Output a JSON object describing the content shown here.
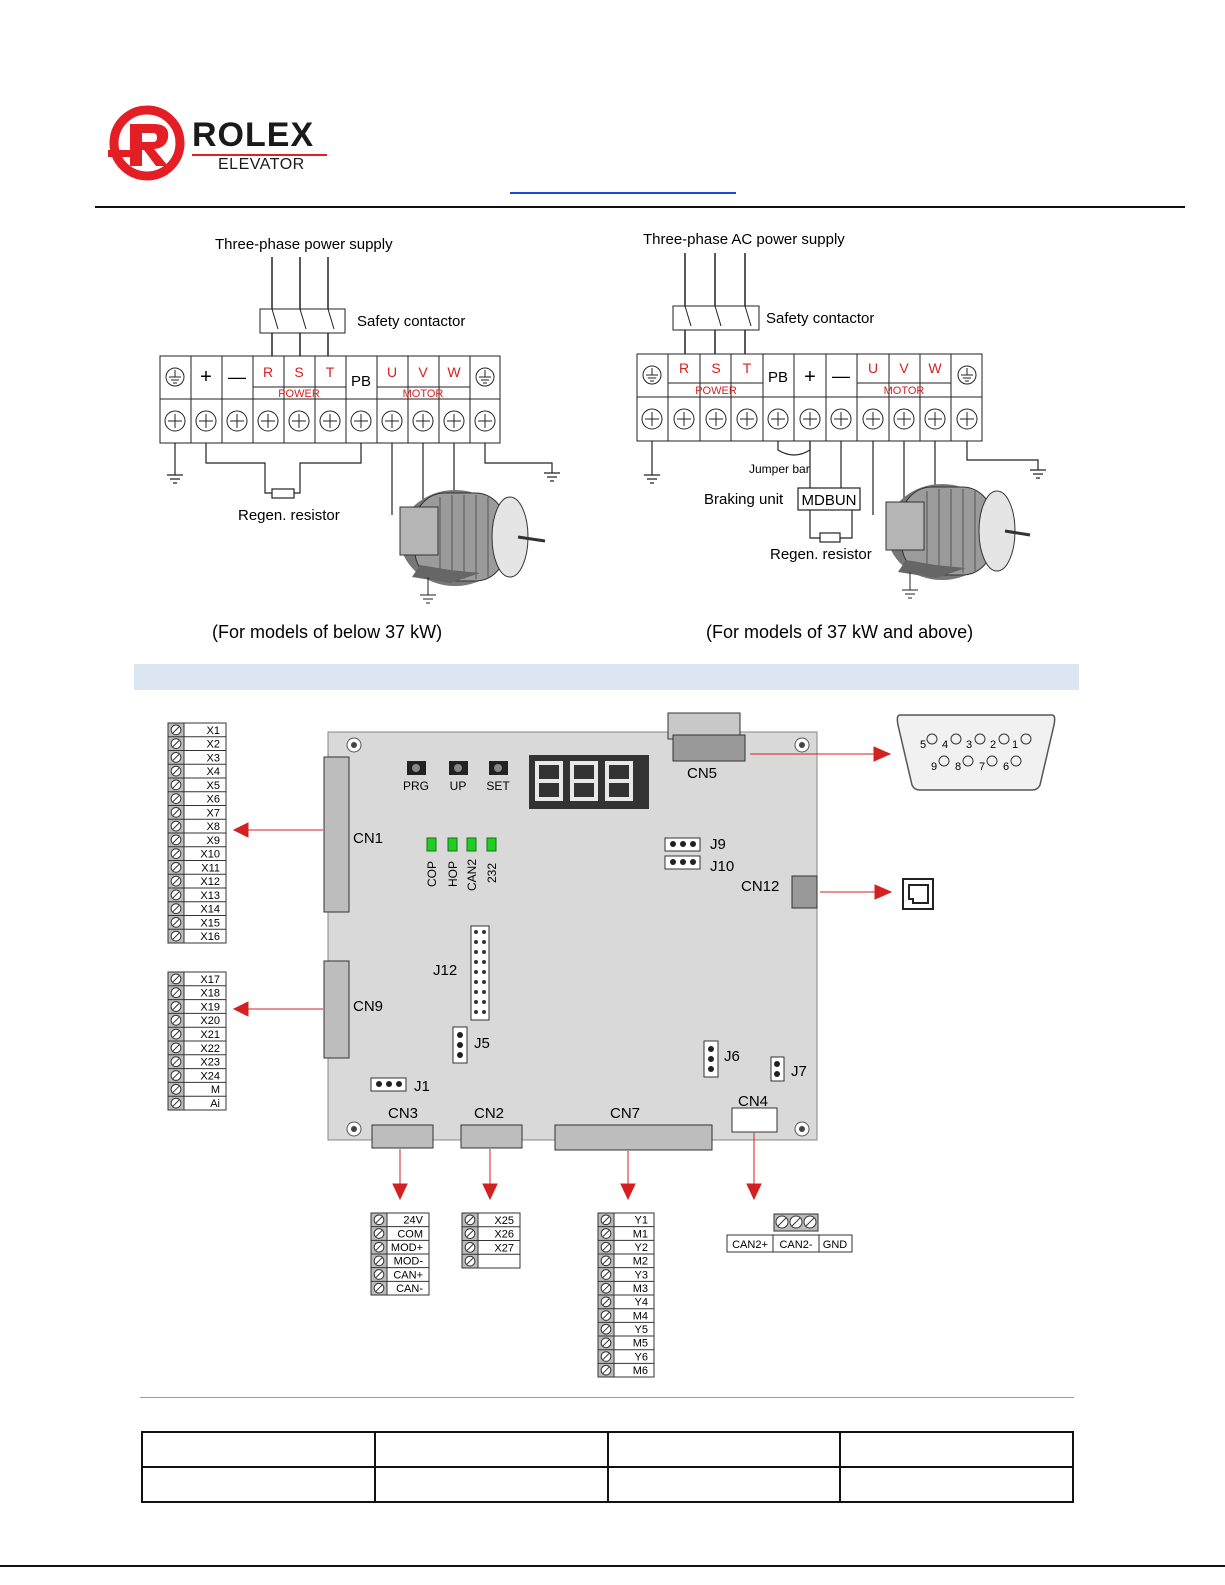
{
  "brand": {
    "name": "ROLEX",
    "sub": "ELEVATOR",
    "accent": "#e31e24"
  },
  "diagram_left": {
    "supply_label": "Three-phase power supply",
    "contactor_label": "Safety contactor",
    "terminals": [
      "+",
      "—",
      "R",
      "S",
      "T",
      "PB",
      "U",
      "V",
      "W"
    ],
    "group_power": "POWER",
    "group_motor": "MOTOR",
    "resistor_label": "Regen. resistor",
    "caption": "(For models of below 37 kW)"
  },
  "diagram_right": {
    "supply_label": "Three-phase AC power supply",
    "contactor_label": "Safety contactor",
    "terminals": [
      "R",
      "S",
      "T",
      "PB",
      "+",
      "—",
      "U",
      "V",
      "W"
    ],
    "group_power": "POWER",
    "group_motor": "MOTOR",
    "jumper_label": "Jumper bar",
    "braking_label": "Braking unit",
    "braking_box": "MDBUN",
    "resistor_label": "Regen. resistor",
    "caption": "(For models of 37 kW and above)"
  },
  "board": {
    "buttons": [
      "PRG",
      "UP",
      "SET"
    ],
    "leds": [
      "COP",
      "HOP",
      "CAN2",
      "232"
    ],
    "connectors": {
      "cn1": "CN1",
      "cn9": "CN9",
      "cn5": "CN5",
      "cn12": "CN12",
      "cn3": "CN3",
      "cn2": "CN2",
      "cn7": "CN7",
      "cn4": "CN4"
    },
    "jumpers": {
      "j1": "J1",
      "j5": "J5",
      "j6": "J6",
      "j7": "J7",
      "j9": "J9",
      "j10": "J10",
      "j12": "J12"
    },
    "db9_top": [
      "5",
      "4",
      "3",
      "2",
      "1"
    ],
    "db9_bottom": [
      "9",
      "8",
      "7",
      "6"
    ]
  },
  "terminal_blocks": {
    "cn1": [
      "X1",
      "X2",
      "X3",
      "X4",
      "X5",
      "X6",
      "X7",
      "X8",
      "X9",
      "X10",
      "X11",
      "X12",
      "X13",
      "X14",
      "X15",
      "X16"
    ],
    "cn9": [
      "X17",
      "X18",
      "X19",
      "X20",
      "X21",
      "X22",
      "X23",
      "X24",
      "M",
      "Ai"
    ],
    "cn3": [
      "24V",
      "COM",
      "MOD+",
      "MOD-",
      "CAN+",
      "CAN-"
    ],
    "cn2": [
      "X25",
      "X26",
      "X27",
      ""
    ],
    "cn7": [
      "Y1",
      "M1",
      "Y2",
      "M2",
      "Y3",
      "M3",
      "Y4",
      "M4",
      "Y5",
      "M5",
      "Y6",
      "M6"
    ],
    "cn4": [
      "CAN2+",
      "CAN2-",
      "GND"
    ]
  },
  "colors": {
    "terminal_red": "#d42020",
    "arrow_red": "#d42020",
    "led_green": "#22cc22",
    "board_gray": "#d9d9d9",
    "band_blue": "#dce6f2"
  }
}
